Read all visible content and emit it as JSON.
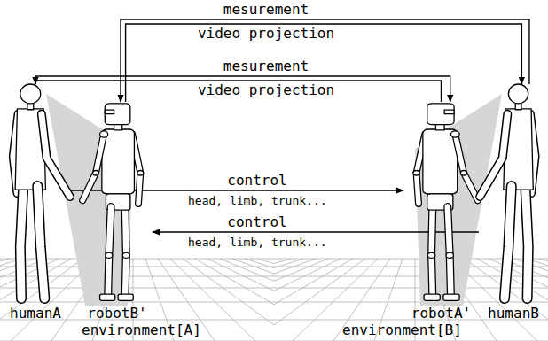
{
  "diagram": {
    "nodes": [
      {
        "text": [
          "humanA"
        ]
      },
      {
        "text": [
          "robotB'"
        ]
      },
      {
        "text": [
          "robotA'"
        ]
      },
      {
        "text": [
          "humanB"
        ]
      }
    ],
    "edges": [
      {
        "from": 3,
        "to": 1,
        "arrow": "to",
        "label": "mesurement"
      },
      {
        "from": 1,
        "to": 3,
        "arrow": "to",
        "label": "video projection"
      },
      {
        "from": 0,
        "to": 2,
        "arrow": "to",
        "label": "mesurement"
      },
      {
        "from": 2,
        "to": 0,
        "arrow": "to",
        "label": "video projection"
      },
      {
        "from": 0,
        "to": 2,
        "arrow": "to",
        "label": "control"
      },
      {
        "from": 3,
        "to": 1,
        "arrow": "to",
        "label": "control"
      }
    ],
    "labels": [
      "head, limb, trunk...",
      "head, limb, trunk...",
      "environment[A]",
      "environment[B]"
    ]
  }
}
